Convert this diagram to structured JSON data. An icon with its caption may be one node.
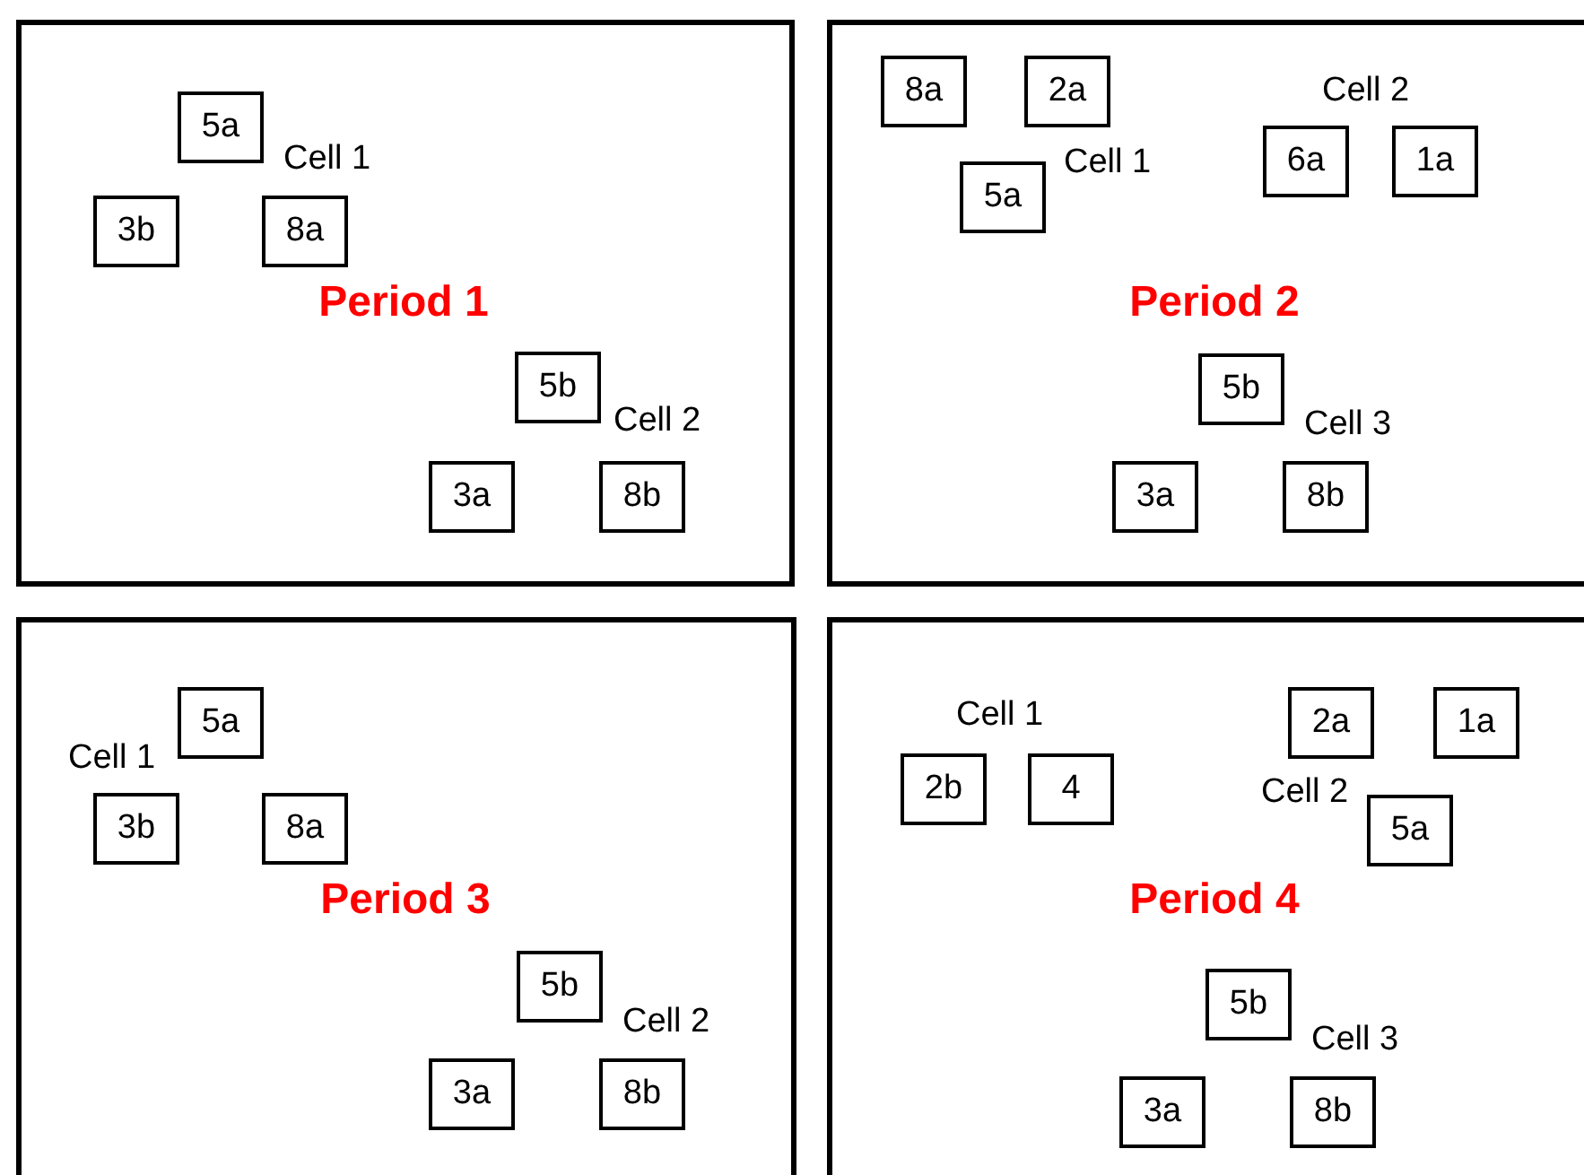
{
  "diagram": {
    "nodes": [
      {
        "text": [
          "Period 1"
        ]
      },
      {
        "text": [
          "5a"
        ],
        "in": 0
      },
      {
        "text": [
          "3b"
        ],
        "in": 0
      },
      {
        "text": [
          "8a"
        ],
        "in": 0
      },
      {
        "text": [
          "5b"
        ],
        "in": 0
      },
      {
        "text": [
          "3a"
        ],
        "in": 0
      },
      {
        "text": [
          "8b"
        ],
        "in": 0
      },
      {
        "text": [
          "Period 2"
        ]
      },
      {
        "text": [
          "8a"
        ],
        "in": 7
      },
      {
        "text": [
          "2a"
        ],
        "in": 7
      },
      {
        "text": [
          "5a"
        ],
        "in": 7
      },
      {
        "text": [
          "6a"
        ],
        "in": 7
      },
      {
        "text": [
          "1a"
        ],
        "in": 7
      },
      {
        "text": [
          "5b"
        ],
        "in": 7
      },
      {
        "text": [
          "3a"
        ],
        "in": 7
      },
      {
        "text": [
          "8b"
        ],
        "in": 7
      },
      {
        "text": [
          "Period 3"
        ]
      },
      {
        "text": [
          "5a"
        ],
        "in": 16
      },
      {
        "text": [
          "3b"
        ],
        "in": 16
      },
      {
        "text": [
          "8a"
        ],
        "in": 16
      },
      {
        "text": [
          "5b"
        ],
        "in": 16
      },
      {
        "text": [
          "3a"
        ],
        "in": 16
      },
      {
        "text": [
          "8b"
        ],
        "in": 16
      },
      {
        "text": [
          "Period 4"
        ]
      },
      {
        "text": [
          "2a"
        ],
        "in": 23
      },
      {
        "text": [
          "1a"
        ],
        "in": 23
      },
      {
        "text": [
          "2b"
        ],
        "in": 23
      },
      {
        "text": [
          "4"
        ],
        "in": 23
      },
      {
        "text": [
          "5a"
        ],
        "in": 23
      },
      {
        "text": [
          "5b"
        ],
        "in": 23
      },
      {
        "text": [
          "3a"
        ],
        "in": 23
      },
      {
        "text": [
          "8b"
        ],
        "in": 23
      }
    ],
    "labels": [
      "Cell 1",
      "Cell 2",
      "Cell 2",
      "Cell 1",
      "Cell 3",
      "Cell 1",
      "Cell 2",
      "Cell 1",
      "Cell 2",
      "Cell 3"
    ]
  }
}
